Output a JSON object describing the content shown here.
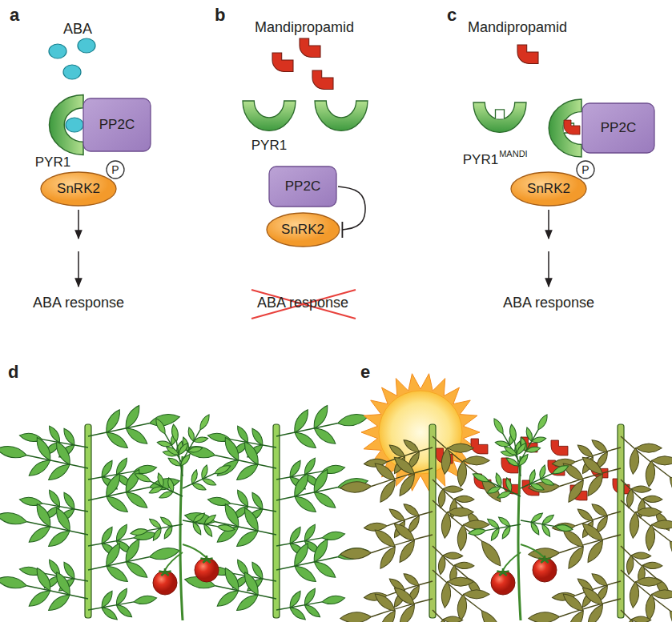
{
  "diagram": {
    "nodes": [
      {
        "text": [
          "PP2C"
        ]
      },
      {
        "text": [
          "SnRK2"
        ]
      },
      {
        "text": [
          "P"
        ]
      },
      {
        "text": [
          "PP2C"
        ]
      },
      {
        "text": [
          "SnRK2"
        ]
      },
      {
        "text": [
          "PP2C"
        ]
      },
      {
        "text": [
          "SnRK2"
        ]
      },
      {
        "text": [
          "P"
        ]
      }
    ],
    "edges": [
      {
        "from": 3,
        "to": 4,
        "arrow": "to"
      }
    ],
    "labels": [
      "a",
      "b",
      "c",
      "d",
      "e",
      "ABA",
      "PYR1",
      "ABA response",
      "Mandipropamid",
      "PYR1",
      "ABA response",
      "Mandipropamid",
      "PYR1",
      "MANDI",
      "ABA response"
    ]
  }
}
